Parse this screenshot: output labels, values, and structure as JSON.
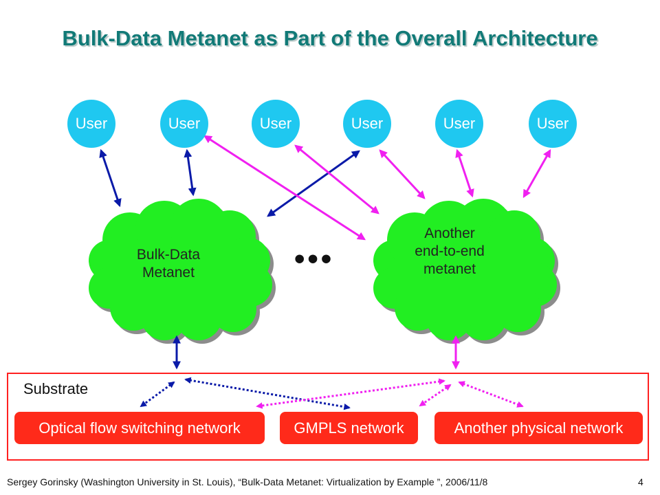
{
  "title": "Bulk-Data Metanet as Part of the Overall Architecture",
  "users": [
    "User",
    "User",
    "User",
    "User",
    "User",
    "User"
  ],
  "clouds": {
    "left": [
      "Bulk-Data",
      "Metanet"
    ],
    "right": [
      "Another",
      "end-to-end",
      "metanet"
    ]
  },
  "ellipsis": "•••",
  "substrate": {
    "label": "Substrate",
    "networks": [
      "Optical flow switching network",
      "GMPLS network",
      "Another physical network"
    ]
  },
  "footer": {
    "citation": "Sergey Gorinsky (Washington University in St. Louis), “Bulk-Data Metanet: Virtualization by Example ”, 2006/11/8",
    "page_number": "4"
  },
  "colors": {
    "title": "#117a77",
    "user": "#1fc8f0",
    "cloud": "#22ee22",
    "blue_arrow": "#0a1aa8",
    "magenta_arrow": "#f020f0",
    "network": "#ff2a1a",
    "substrate_border": "#ff2020"
  }
}
